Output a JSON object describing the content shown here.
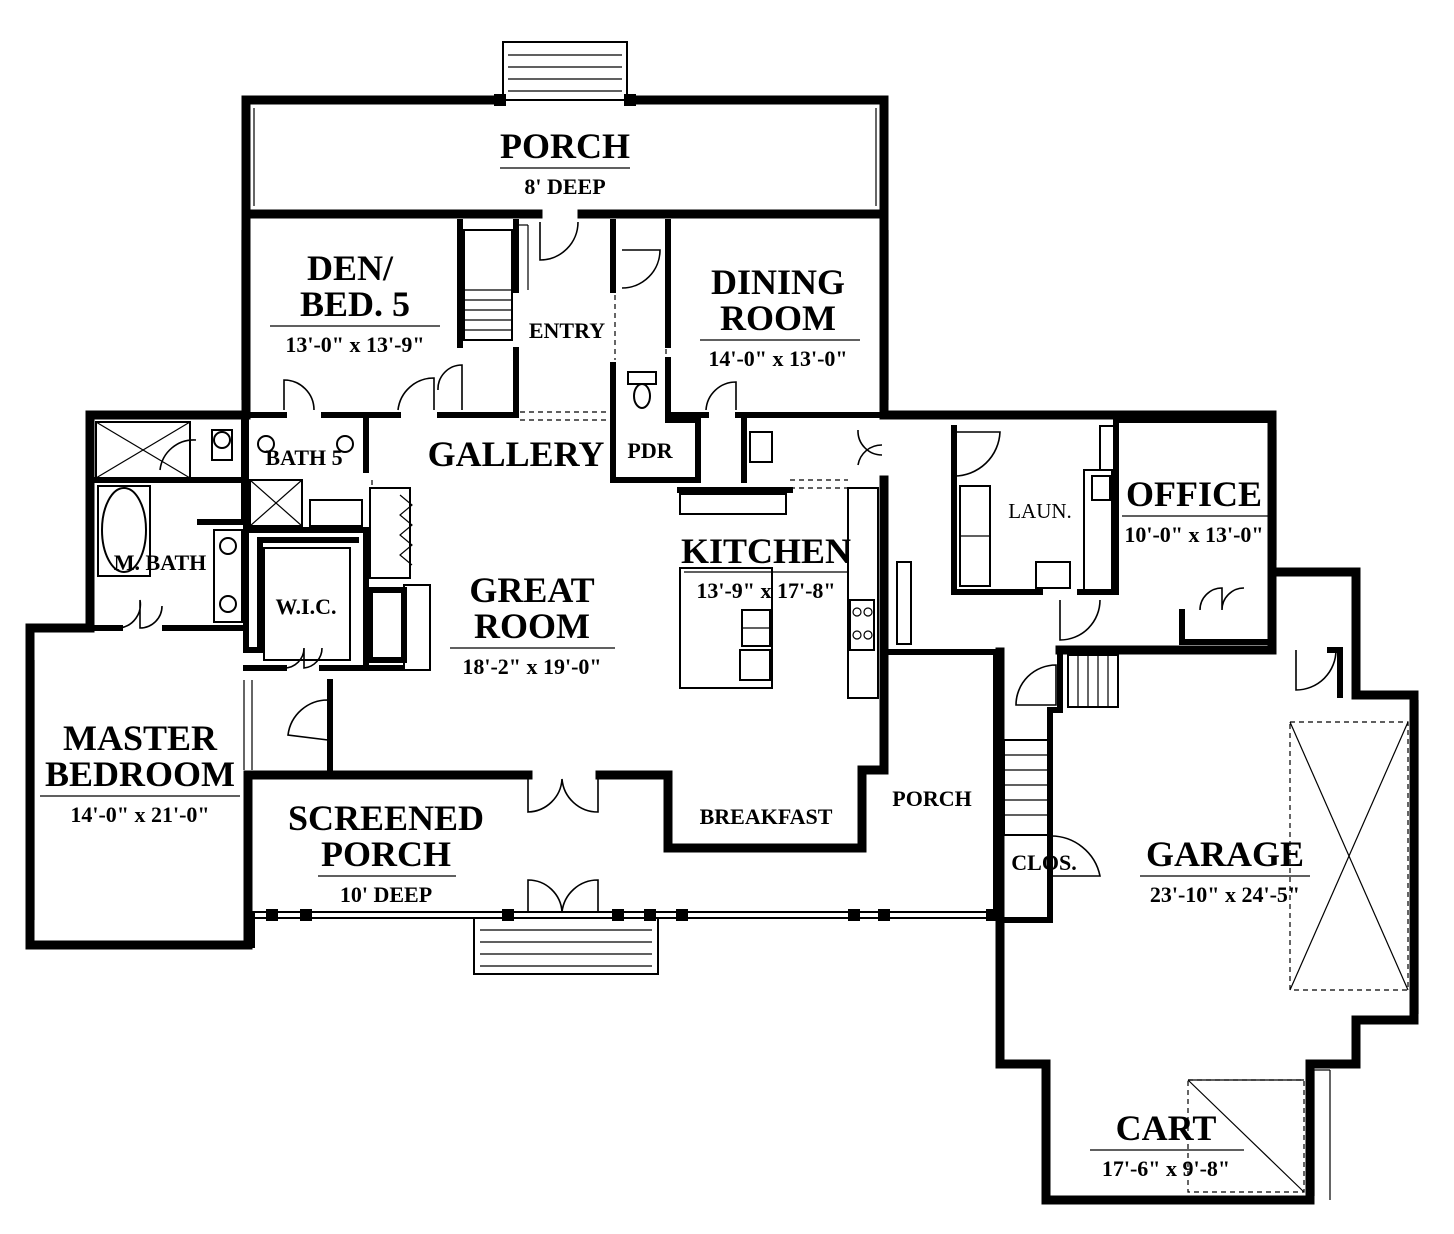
{
  "rooms": {
    "front_porch": {
      "name": "PORCH",
      "dim": "8' DEEP"
    },
    "den": {
      "name_line1": "DEN/",
      "name_line2": "BED. 5",
      "dim": "13'-0\" x 13'-9\""
    },
    "entry": {
      "name": "ENTRY"
    },
    "dining": {
      "name_line1": "DINING",
      "name_line2": "ROOM",
      "dim": "14'-0\" x 13'-0\""
    },
    "bath5": {
      "name": "BATH 5"
    },
    "gallery": {
      "name": "GALLERY"
    },
    "pdr": {
      "name": "PDR"
    },
    "laundry": {
      "name": "LAUN."
    },
    "office": {
      "name": "OFFICE",
      "dim": "10'-0\" x 13'-0\""
    },
    "master_bath": {
      "name": "M. BATH"
    },
    "wic": {
      "name": "W.I.C."
    },
    "great_room": {
      "name_line1": "GREAT",
      "name_line2": "ROOM",
      "dim": "18'-2\" x 19'-0\""
    },
    "kitchen": {
      "name": "KITCHEN",
      "dim": "13'-9\" x 17'-8\""
    },
    "master_bedroom": {
      "name_line1": "MASTER",
      "name_line2": "BEDROOM",
      "dim": "14'-0\" x 21'-0\""
    },
    "screened_porch": {
      "name_line1": "SCREENED",
      "name_line2": "PORCH",
      "dim": "10' DEEP"
    },
    "breakfast": {
      "name": "BREAKFAST"
    },
    "side_porch": {
      "name": "PORCH"
    },
    "closet": {
      "name": "CLOS."
    },
    "garage": {
      "name": "GARAGE",
      "dim": "23'-10\" x 24'-5\""
    },
    "cart": {
      "name": "CART",
      "dim": "17'-6\" x 9'-8\""
    }
  }
}
